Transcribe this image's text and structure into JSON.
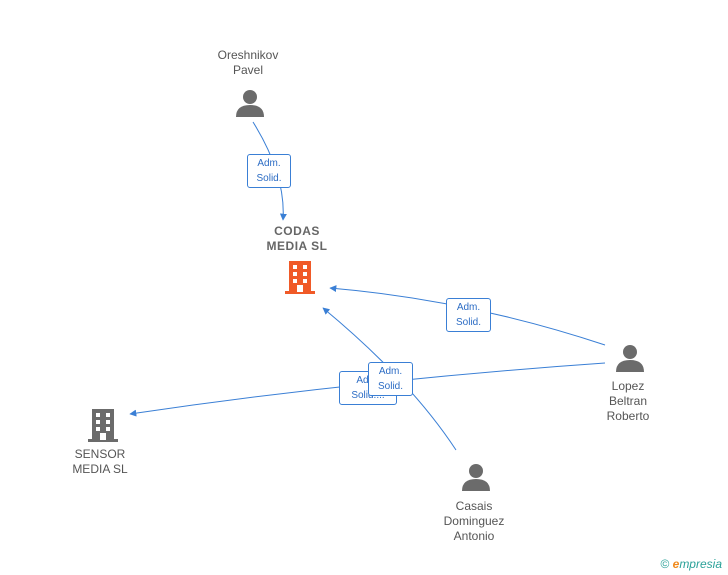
{
  "nodes": [
    {
      "id": "oreshnikov",
      "label": "Oreshnikov\nPavel",
      "type": "person",
      "color": "#6b6b6b"
    },
    {
      "id": "codas",
      "label": "CODAS\nMEDIA  SL",
      "type": "company",
      "color": "#f05a28"
    },
    {
      "id": "sensor",
      "label": "SENSOR\nMEDIA  SL",
      "type": "company",
      "color": "#6b6b6b"
    },
    {
      "id": "lopez",
      "label": "Lopez\nBeltran\nRoberto",
      "type": "person",
      "color": "#6b6b6b"
    },
    {
      "id": "casais",
      "label": "Casais\nDominguez\nAntonio",
      "type": "person",
      "color": "#6b6b6b"
    }
  ],
  "edges": [
    {
      "from": "oreshnikov",
      "to": "codas",
      "label": "Adm.\nSolid."
    },
    {
      "from": "lopez",
      "to": "codas",
      "label": "Adm.\nSolid."
    },
    {
      "from": "lopez",
      "to": "sensor",
      "label": "Adm.\nSolid...."
    },
    {
      "from": "casais",
      "to": "codas",
      "label": "Adm.\nSolid."
    }
  ],
  "edge_color": "#3a7fd5",
  "footer": {
    "copyright": "©",
    "brand_initial": "e",
    "brand_rest": "mpresia"
  }
}
